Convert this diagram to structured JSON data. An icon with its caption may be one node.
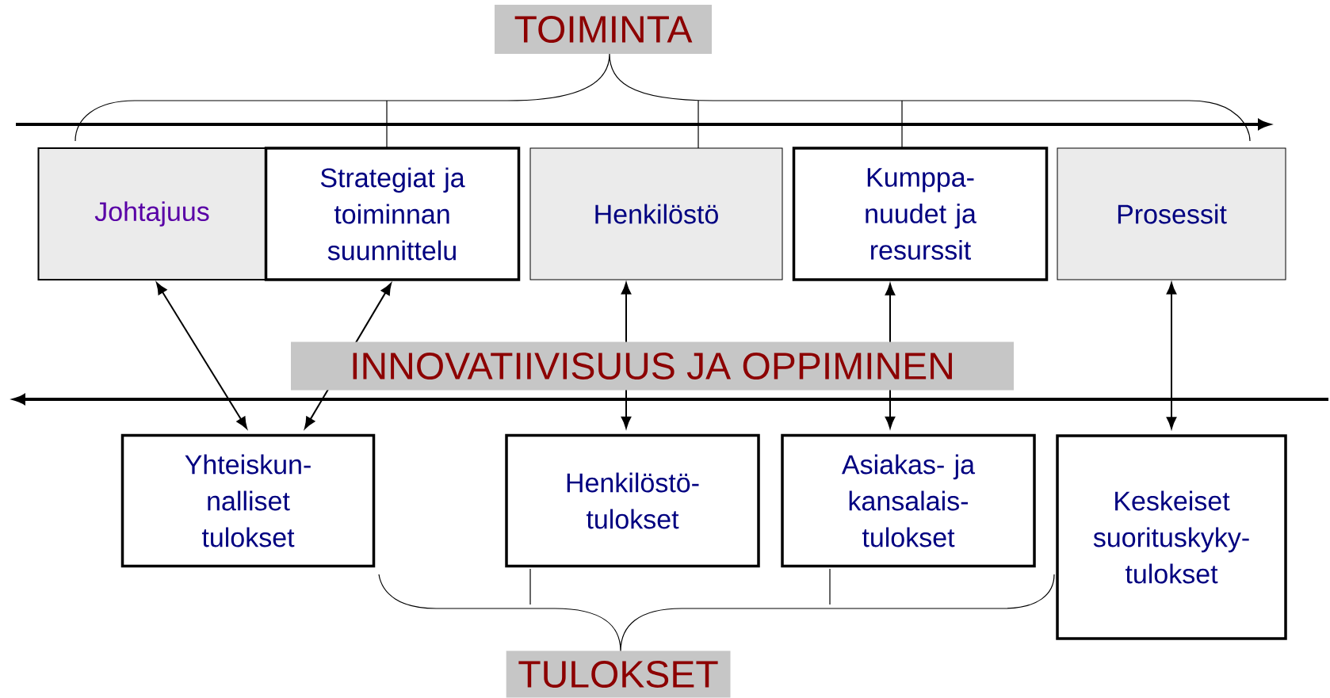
{
  "diagram": {
    "nodes": [
      {
        "text": [
          "TOIMINTA"
        ]
      },
      {
        "text": [
          "Johtajuus"
        ]
      },
      {
        "text": [
          "Strategiat ja toiminnan suunnittelu"
        ]
      },
      {
        "text": [
          "Henkilöstö"
        ]
      },
      {
        "text": [
          "Kumppa- nuudet ja resurssit"
        ]
      },
      {
        "text": [
          "Prosessit"
        ]
      },
      {
        "text": [
          "Yhteiskun- nalliset tulokset"
        ]
      },
      {
        "text": [
          "Henkilöstö- tulokset"
        ]
      },
      {
        "text": [
          "Asiakas- ja kansalais- tulokset"
        ]
      },
      {
        "text": [
          "Keskeiset suorituskyky- tulokset"
        ]
      },
      {
        "text": [
          "TULOKSET"
        ]
      }
    ],
    "edges": [
      {
        "from": 1,
        "to": 6,
        "arrow": "both"
      },
      {
        "from": 2,
        "to": 6,
        "arrow": "both"
      },
      {
        "from": 3,
        "to": 7,
        "arrow": "both"
      },
      {
        "from": 4,
        "to": 8,
        "arrow": "both"
      },
      {
        "from": 5,
        "to": 9,
        "arrow": "both"
      }
    ],
    "labels": [
      "INNOVATIIVISUUS JA OPPIMINEN"
    ]
  }
}
